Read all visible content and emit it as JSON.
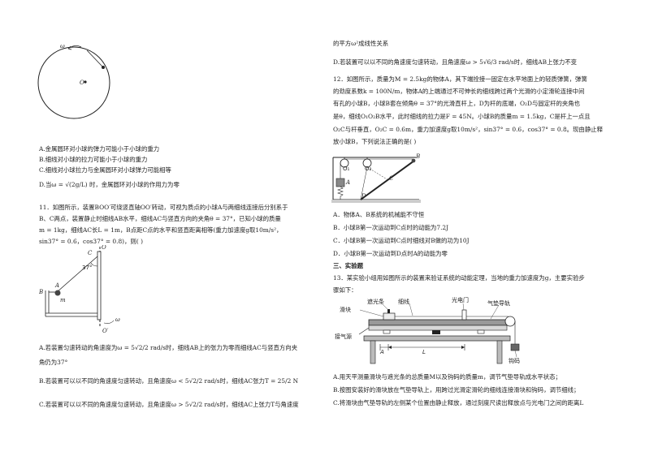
{
  "left": {
    "fig1": {
      "omega": "ω",
      "center": "O"
    },
    "q10_options": [
      "A.金属圆环对小球的弹力可能小于小球的重力",
      "B.细线对小球的拉力可能小于小球的重力",
      "C.细线对小球拉力与金属圆环对小球弹力可能相等",
      "D.当ω = √(2g/L) 时，金属圆环对小球的作用力为零"
    ],
    "q11_lines": [
      "11．如图所示，装置BOO′可绕竖直轴OO′转动，可视为质点的小球A与两细线连接后分别系于",
      "B、C两点，装置静止时细线AB水平，细线AC与竖直方向的夹角θ = 37°，已知小球的质量",
      "m = 1kg，细线AC长L = 1m，B点距C点的水平和竖直距离相等(重力加速度g取10m/s²，",
      "sin37° = 0.6，cos37° = 0.8)，则(    )"
    ],
    "fig2": {
      "O": "O",
      "C": "C",
      "angle": "37°",
      "A": "A",
      "B": "B",
      "m": "m",
      "omega": "ω",
      "Oprime": "O′"
    },
    "q11_options": [
      "A.若装置匀速转动的角速度为ω = 5√2/2 rad/s时，细线AB上的张力为零而细线AC与竖直方向夹",
      "角仍为37°",
      "B.若装置可以以不同的角速度匀速转动，且角速度ω < 5√2/2 rad/s时，细线AC张力T = 25/2 N",
      "C.若装置可以以不同的角速度匀速转动，且角速度ω > 5√2/2 rad/s时，细线AC上张力T与角速度"
    ]
  },
  "right": {
    "top_lines": [
      "的平方ω²成线性关系",
      "D.若装置可以以不同的角速度匀速转动，且角速度ω > 5√6/3 rad/s时，细线AB上张力不变"
    ],
    "q12_lines": [
      "12．如图所示，质量为M = 2.5kg的物体A，其下端拴接一固定在水平地面上的轻质弹簧，弹簧",
      "的劲度系数k = 100N/m，物体A的上端通过不可伸长的细线跨过两个光滑的小定滑轮连接中间",
      "有孔的小球B，小球B套在倾角θ = 37°的光滑直杆上，D为杆的底端，O₂D与固定杆的夹角也",
      "是θ，细线O₁O₂B水平，此时细线的拉力是F = 45N。小球B的质量m = 1.5kg，C是杆上一点且",
      "O₂C与杆垂直，O₂C = 0.6m，重力加速度g取10m/s²，sin37° = 0.6，cos37° = 0.8。现由静止释",
      "放小球B，下列说法正确的是(    )"
    ],
    "fig3": {
      "O1": "O₁",
      "O2": "O₂",
      "B": "B",
      "C": "C",
      "A": "A",
      "D": "D"
    },
    "q12_options": [
      "A．物体A、B系统的机械能不守恒",
      "B．小球B第一次运动到C点时的动能为7.2J",
      "C．小球B第一次运动到C点时细线对B做的功为10J",
      "D．小球B第一次运动到D点时A的动能为零"
    ],
    "section3": "三、实验题",
    "q13_lines": [
      "13．某实验小组用如图所示的装置来验证系统的动能定理，当地的重力加速度为g，主要实验步",
      "骤如下："
    ],
    "fig4": {
      "shading_strip": "遮光条",
      "string": "细线",
      "photogate": "光电门",
      "air_track": "气垫导轨",
      "slider": "滑块",
      "air_source": "接气源",
      "A": "A",
      "L": "L",
      "weight": "钩码"
    },
    "q13_steps": [
      "A.用天平测量滑块与遮光条的总质量M以及钩码的质量m，调节气垫导轨成水平状态；",
      "B.按图安装好的滑块放在气垫导轨上，用跨过光滑定滑轮的细线连接滑块和钩码，调节细线；",
      "C.将滑块由气垫导轨的左侧某个位置由静止释放，通过刻度尺读出释放点与光电门之间的距离L"
    ]
  }
}
